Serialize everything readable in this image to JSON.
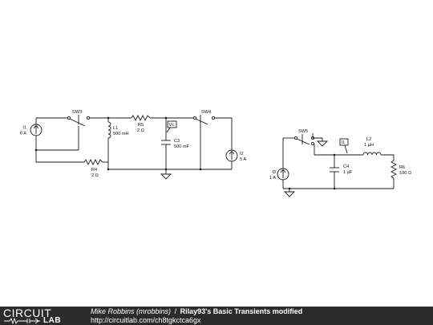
{
  "circuit": {
    "components": {
      "I1": {
        "name": "I1",
        "value": "6 A"
      },
      "SW3": {
        "name": "SW3"
      },
      "L1": {
        "name": "L1",
        "value": "500 mH"
      },
      "R5": {
        "name": "R5",
        "value": "2 Ω"
      },
      "Vc": {
        "name": "Vc"
      },
      "C3": {
        "name": "C3",
        "value": "500 mF"
      },
      "SW4": {
        "name": "SW4"
      },
      "I2": {
        "name": "I2",
        "value": "5 A"
      },
      "R4": {
        "name": "R4",
        "value": "2 Ω"
      },
      "SW5": {
        "name": "SW5"
      },
      "IL": {
        "name": "IL"
      },
      "L2": {
        "name": "L2",
        "value": "1 µH"
      },
      "R6": {
        "name": "R6",
        "value": "100 Ω"
      },
      "C4": {
        "name": "C4",
        "value": "1 µF"
      },
      "I3": {
        "name": "I3",
        "value": "1 A"
      }
    }
  },
  "footer": {
    "logo_text": "CIRCUIT",
    "logo_sub": "LAB",
    "author": "Mike Robbins (mrobbins)",
    "separator": "/",
    "title": "Rilay93's Basic Transients modified",
    "url": "http://circuitlab.com/ch8tgkctca6gx"
  }
}
